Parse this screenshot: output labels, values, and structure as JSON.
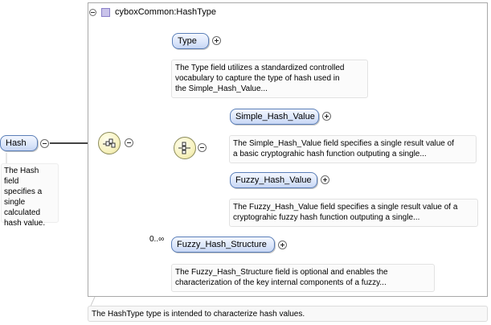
{
  "root": {
    "label": "Hash",
    "doc": [
      "The Hash field",
      "specifies a",
      "single",
      "calculated",
      "hash value."
    ]
  },
  "type": {
    "name": "cyboxCommon:HashType",
    "doc": "The HashType type is intended to characterize hash values."
  },
  "elements": {
    "type": {
      "label": "Type",
      "doc": [
        "The Type field utilizes a standardized controlled",
        "vocabulary to capture the type of hash used in",
        "the Simple_Hash_Value..."
      ]
    },
    "simple": {
      "label": "Simple_Hash_Value",
      "doc": [
        "The Simple_Hash_Value field specifies a single result value of",
        "a basic cryptograhic hash function outputing a single..."
      ]
    },
    "fuzzy": {
      "label": "Fuzzy_Hash_Value",
      "doc": [
        "The Fuzzy_Hash_Value field specifies a single result value of a",
        "cryptograhic fuzzy hash function outputing a single..."
      ]
    },
    "structure": {
      "label": "Fuzzy_Hash_Structure",
      "occurrence": "0..∞",
      "doc": [
        "The Fuzzy_Hash_Structure field is optional and enables the",
        "characterization of the key internal components of a fuzzy..."
      ]
    }
  },
  "icons": {
    "sequence": "sequence-compositor-icon",
    "choice": "choice-compositor-icon",
    "expand": "plus-circle-icon",
    "collapse": "minus-circle-icon"
  },
  "colors": {
    "pill_border": "#5b7fb8",
    "pill_fill": "#dde7fb",
    "compositor_fill": "#f7f2bf",
    "type_icon": "#c9c3ea"
  }
}
